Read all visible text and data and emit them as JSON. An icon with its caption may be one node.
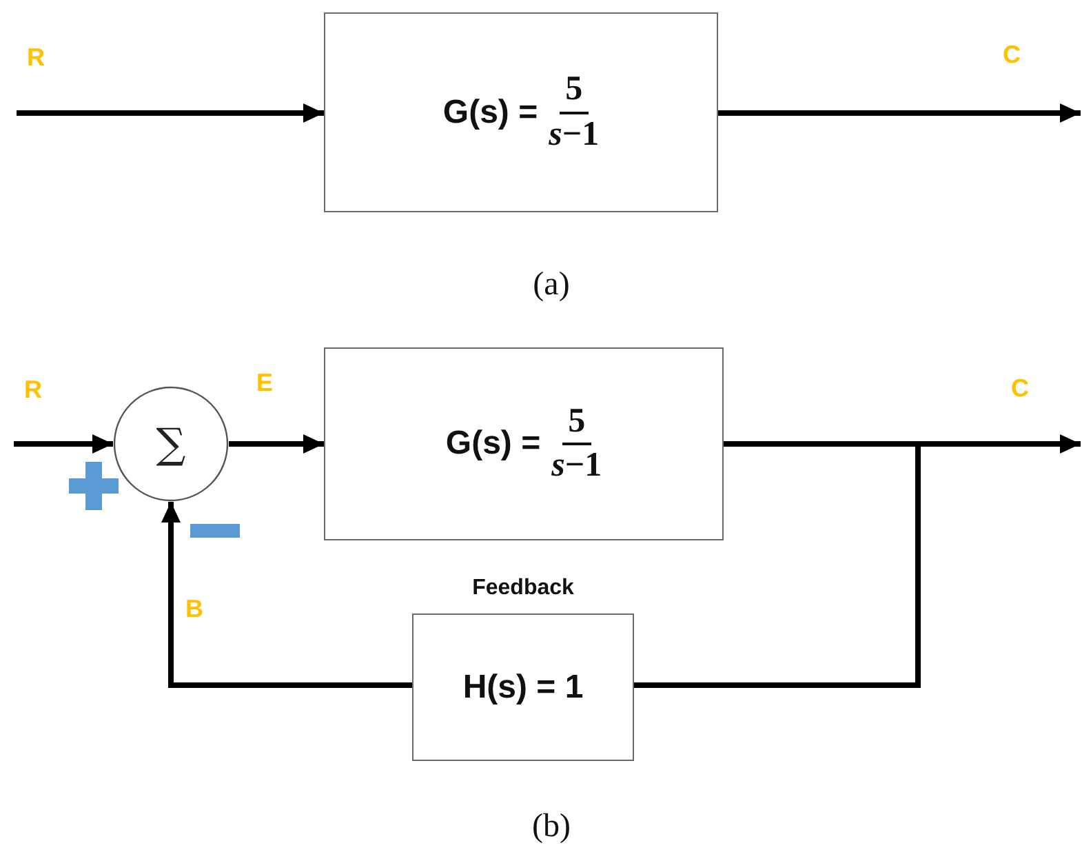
{
  "diagram": {
    "nodes": [
      {
        "text": [
          "G(s) =",
          "5",
          "*s*−1"
        ]
      },
      {
        "text": [
          "∑"
        ]
      },
      {
        "text": [
          "G(s) =",
          "5",
          "*s*−1"
        ]
      },
      {
        "text": [
          "Feedback",
          "H(s) = 1"
        ]
      }
    ],
    "edges": [
      {
        "from": null,
        "to": 0,
        "arrow": "to",
        "label": "R"
      },
      {
        "from": 0,
        "to": null,
        "arrow": "to",
        "label": "C"
      },
      {
        "from": null,
        "to": 1,
        "arrow": "to",
        "label": "R"
      },
      {
        "from": 1,
        "to": 2,
        "arrow": "to",
        "label": "E"
      },
      {
        "from": 2,
        "to": null,
        "arrow": "to",
        "label": "C"
      },
      {
        "from": 2,
        "to": 3,
        "arrow": "none"
      },
      {
        "from": 3,
        "to": 1,
        "arrow": "to",
        "label": "B"
      }
    ],
    "labels": [
      "(a)",
      "(b)"
    ]
  }
}
